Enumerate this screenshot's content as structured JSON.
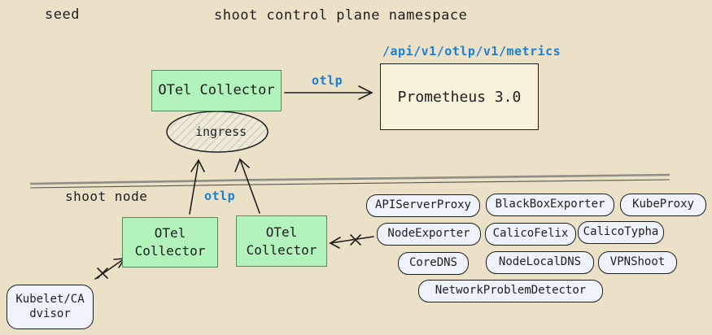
{
  "colors": {
    "background": "#eae1c6",
    "green_fill": "#b2f2bb",
    "green_stroke": "#558b5c",
    "cream_fill": "#f9f2da",
    "pill_fill": "#eef2fa",
    "ink": "#1e1e1e",
    "blue_accent": "#1c7ed6",
    "divider_gray": "#8f8d85"
  },
  "labels": {
    "seed": "seed",
    "control_plane": "shoot control plane namespace",
    "shoot_node": "shoot node",
    "metrics_endpoint": "/api/v1/otlp/v1/metrics",
    "otlp_top": "otlp",
    "otlp_bottom": "otlp"
  },
  "nodes": {
    "otel_collector_top": "OTel Collector",
    "prometheus": "Prometheus 3.0",
    "ingress": "ingress",
    "otel_collector_left_line1": "OTel",
    "otel_collector_left_line2": "Collector",
    "otel_collector_right_line1": "OTel",
    "otel_collector_right_line2": "Collector",
    "kubelet_line1": "Kubelet/CA",
    "kubelet_line2": "dvisor"
  },
  "exporters": [
    "APIServerProxy",
    "BlackBoxExporter",
    "KubeProxy",
    "NodeExporter",
    "CalicoFelix",
    "CalicoTypha",
    "CoreDNS",
    "NodeLocalDNS",
    "VPNShoot",
    "NetworkProblemDetector"
  ]
}
